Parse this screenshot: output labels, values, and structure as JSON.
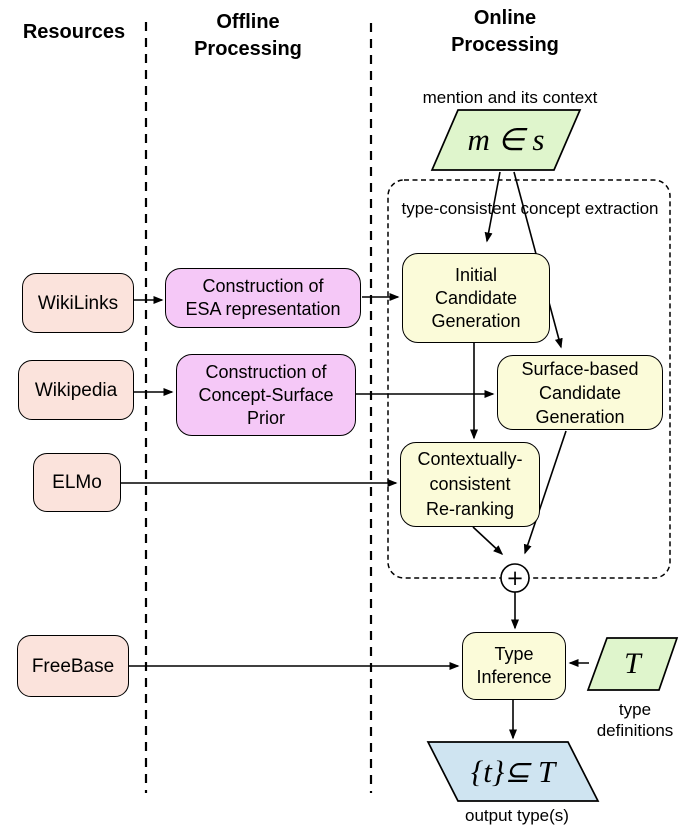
{
  "header": {
    "resources": "Resources",
    "offline": "Offline\nProcessing",
    "online": "Online\nProcessing"
  },
  "resources": {
    "wikilinks": "WikiLinks",
    "wikipedia": "Wikipedia",
    "elmo": "ELMo",
    "freebase": "FreeBase"
  },
  "offline": {
    "esa_construction": "Construction of\nESA representation",
    "prior_construction": "Construction of\nConcept-Surface\nPrior"
  },
  "online": {
    "mention_caption": "mention and its context",
    "mention_formula": "m ∈ s",
    "extraction_group_caption": "type-consistent concept extraction",
    "initial_candidate_generation": "Initial\nCandidate\nGeneration",
    "surface_based_candidate_generation": "Surface-based\nCandidate\nGeneration",
    "contextually_consistent_reranking": "Contextually-\nconsistent\nRe-ranking",
    "combine_operator": "+",
    "type_inference": "Type\nInference",
    "type_definitions_formula": "T",
    "type_definitions_caption": "type\ndefinitions",
    "output_formula": "{t}⊆ T",
    "output_caption": "output type(s)"
  },
  "colors": {
    "resource_fill": "#fbe3dc",
    "offline_fill": "#f5c8f7",
    "process_fill": "#fbfbd9",
    "input_fill": "#dff5cc",
    "output_fill": "#cfe4f1",
    "stroke": "#000000"
  }
}
